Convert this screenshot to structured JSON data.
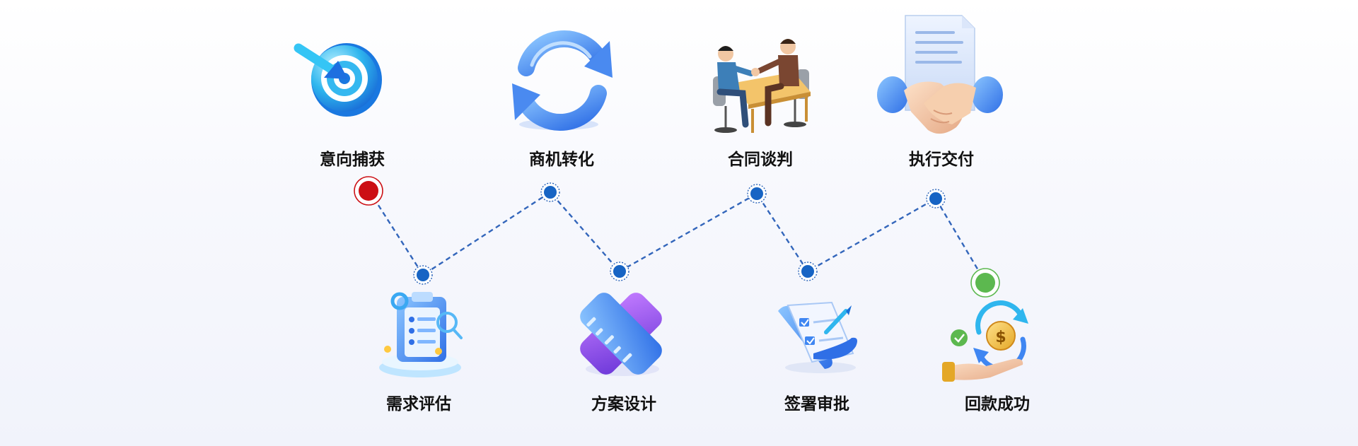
{
  "flow": {
    "stages": [
      {
        "label": "意向捕获",
        "icon": "target-arrow-icon",
        "row": "top",
        "marker": "red"
      },
      {
        "label": "需求评估",
        "icon": "clipboard-checklist-icon",
        "row": "bottom",
        "marker": "blue"
      },
      {
        "label": "商机转化",
        "icon": "refresh-arrows-icon",
        "row": "top",
        "marker": "blue"
      },
      {
        "label": "方案设计",
        "icon": "ruler-pencil-icon",
        "row": "bottom",
        "marker": "blue"
      },
      {
        "label": "合同谈判",
        "icon": "business-meeting-icon",
        "row": "top",
        "marker": "blue"
      },
      {
        "label": "签署审批",
        "icon": "signed-scroll-icon",
        "row": "bottom",
        "marker": "blue"
      },
      {
        "label": "执行交付",
        "icon": "handshake-document-icon",
        "row": "top",
        "marker": "blue"
      },
      {
        "label": "回款成功",
        "icon": "payment-cycle-icon",
        "row": "bottom",
        "marker": "green"
      }
    ]
  },
  "colors": {
    "line": "#3366bb",
    "node_blue": "#1764c4",
    "node_red": "#cc0f14",
    "node_green": "#5cb84f",
    "accent_cyan": "#2fb6ee",
    "accent_blue": "#3f86f2",
    "accent_purple": "#8e4fe6",
    "label": "#111111"
  }
}
